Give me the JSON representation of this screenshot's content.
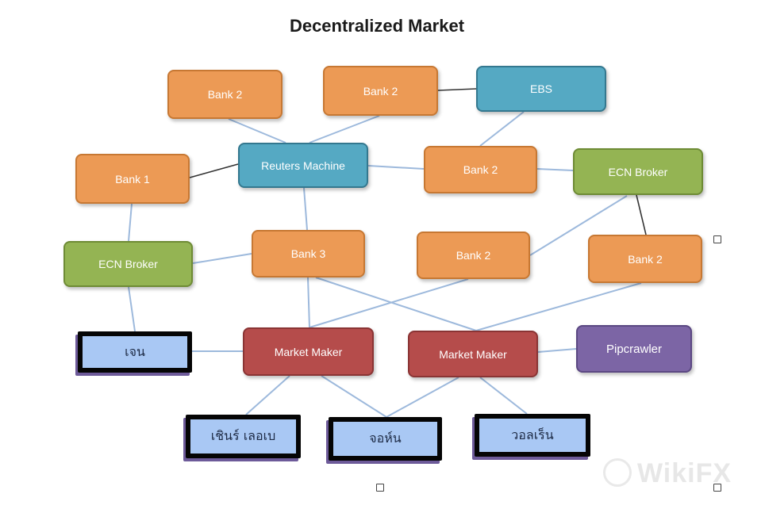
{
  "diagram": {
    "title": "Decentralized Market",
    "nodes": {
      "bank2_top_left": "Bank 2",
      "bank2_top_mid": "Bank 2",
      "ebs": "EBS",
      "bank1": "Bank 1",
      "reuters": "Reuters Machine",
      "bank2_mid": "Bank 2",
      "ecn_right": "ECN Broker",
      "ecn_left": "ECN Broker",
      "bank3": "Bank 3",
      "bank2_center": "Bank 2",
      "bank2_right": "Bank 2",
      "client_left": "เจน",
      "mm_left": "Market Maker",
      "mm_right": "Market Maker",
      "pipcrawler": "Pipcrawler",
      "client_b1": "เชินร์ เลอเบ",
      "client_b2": "จอห์น",
      "client_b3": "วอลเร็น"
    },
    "colors": {
      "bank": "#ec9a55",
      "platform": "#55a9c3",
      "ecn": "#94b453",
      "market_maker": "#b54c4b",
      "retail": "#7c65a5",
      "client": "#a9c8f4",
      "link": "#9db9dc",
      "strong_link": "#333333"
    }
  },
  "watermark": "WikiFX"
}
